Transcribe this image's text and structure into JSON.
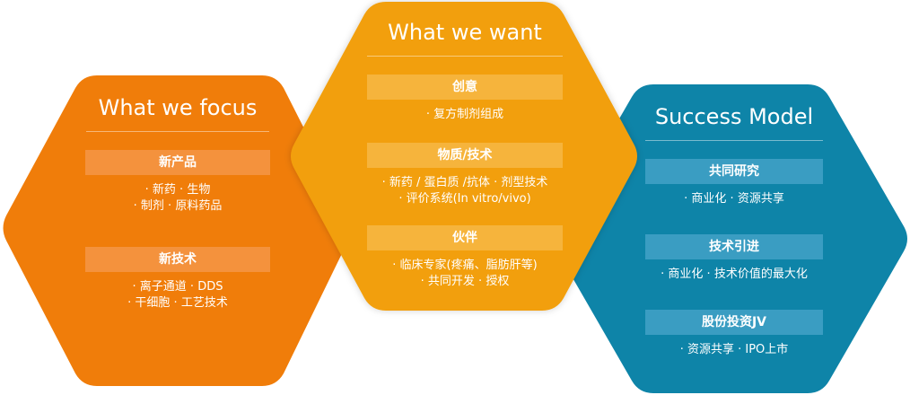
{
  "colors": {
    "focus": "#f07d0a",
    "want": "#f29f0a",
    "success": "#0e84a8"
  },
  "hexagons": [
    {
      "id": "focus",
      "title": "What we focus",
      "sections": [
        {
          "header": "新产品",
          "lines": [
            "· 新药   · 生物",
            "· 制剂   · 原料药品"
          ]
        },
        {
          "header": "新技术",
          "lines": [
            "· 离子通道  · DDS",
            "· 干细胞   · 工艺技术"
          ]
        }
      ]
    },
    {
      "id": "want",
      "title": "What we want",
      "sections": [
        {
          "header": "创意",
          "lines": [
            "· 复方制剂组成"
          ]
        },
        {
          "header": "物质/技术",
          "lines": [
            "· 新药 / 蛋白质 /抗体  · 剂型技术",
            "· 评价系统(In vitro/vivo)"
          ]
        },
        {
          "header": "伙伴",
          "lines": [
            "· 临床专家(疼痛、脂肪肝等)",
            "· 共同开发  · 授权"
          ]
        }
      ]
    },
    {
      "id": "success",
      "title": "Success Model",
      "sections": [
        {
          "header": "共同研究",
          "lines": [
            "· 商业化  · 资源共享"
          ]
        },
        {
          "header": "技术引进",
          "lines": [
            "· 商业化  · 技术价值的最大化"
          ]
        },
        {
          "header": "股份投资JV",
          "lines": [
            "· 资源共享  · IPO上市"
          ]
        }
      ]
    }
  ]
}
